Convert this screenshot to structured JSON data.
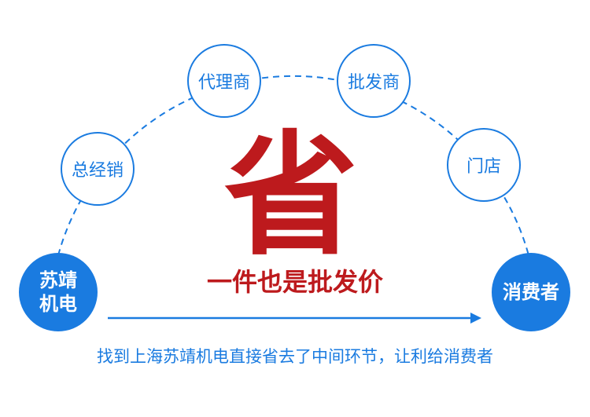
{
  "center_char": "省",
  "slogan": "一件也是批发价",
  "nodes": {
    "start_line1": "苏靖",
    "start_line2": "机电",
    "distributor": "总经销",
    "agent": "代理商",
    "wholesaler": "批发商",
    "store": "门店",
    "consumer": "消费者"
  },
  "footer": "找到上海苏靖机电直接省去了中间环节，让利给消费者",
  "colors": {
    "blue": "#1a7be0",
    "red": "#bd1a1d"
  }
}
